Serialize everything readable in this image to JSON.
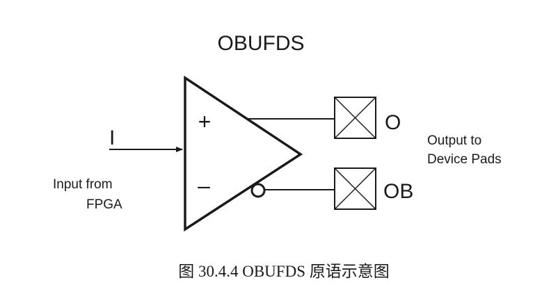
{
  "title": "OBUFDS",
  "input": {
    "pin_label": "I",
    "desc_line1": "Input from",
    "desc_line2": "FPGA"
  },
  "amplifier": {
    "plus_sign": "+",
    "minus_sign": "–"
  },
  "outputs": {
    "o_label": "O",
    "ob_label": "OB",
    "desc_line1": "Output to",
    "desc_line2": "Device Pads"
  },
  "caption": "图 30.4.4 OBUFDS 原语示意图"
}
